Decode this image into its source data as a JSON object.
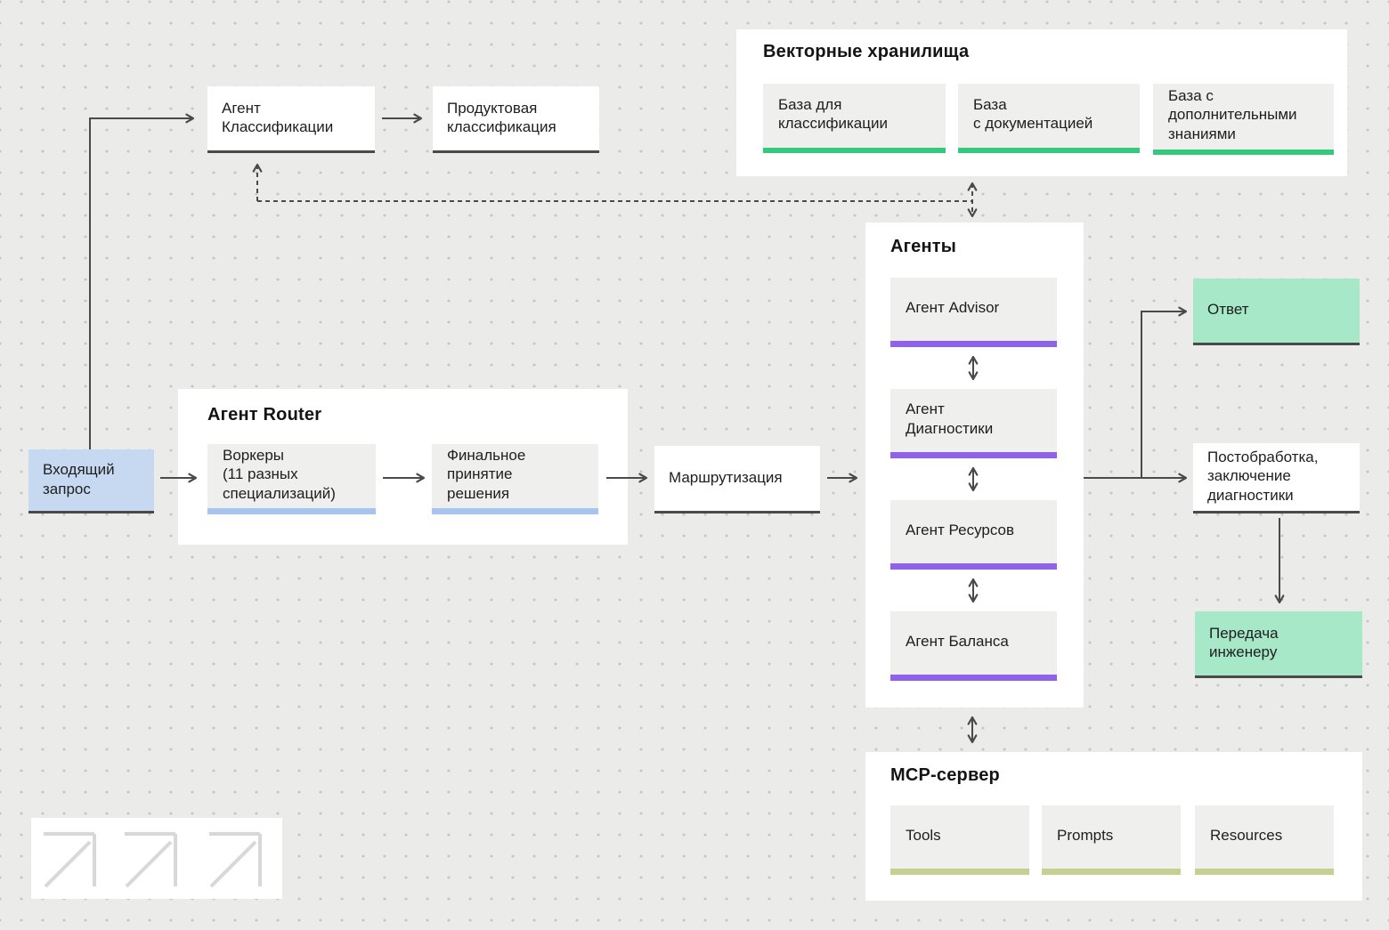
{
  "groups": {
    "vector_stores": {
      "title": "Векторные хранилища",
      "items": [
        {
          "label": "База для\nклассификации"
        },
        {
          "label": "База\nс документацией"
        },
        {
          "label": "База с\nдополнительными\nзнаниями"
        }
      ]
    },
    "router": {
      "title": "Агент Router",
      "items": [
        {
          "label": "Воркеры\n(11 разных\nспециализаций)"
        },
        {
          "label": "Финальное\nпринятие\nрешения"
        }
      ]
    },
    "agents": {
      "title": "Агенты",
      "items": [
        {
          "label": "Агент Advisor"
        },
        {
          "label": "Агент\nДиагностики"
        },
        {
          "label": "Агент Ресурсов"
        },
        {
          "label": "Агент Баланса"
        }
      ]
    },
    "mcp": {
      "title": "MCP-сервер",
      "items": [
        {
          "label": "Tools"
        },
        {
          "label": "Prompts"
        },
        {
          "label": "Resources"
        }
      ]
    }
  },
  "nodes": {
    "incoming_request": {
      "label": "Входящий\nзапрос"
    },
    "classification_agent": {
      "label": "Агент\nКлассификации"
    },
    "product_classification": {
      "label": "Продуктовая\nклассификация"
    },
    "routing": {
      "label": "Маршрутизация"
    },
    "response": {
      "label": "Ответ"
    },
    "postprocessing": {
      "label": "Постобработка,\nзаключение\nдиагностики"
    },
    "handoff_to_engineer": {
      "label": "Передача\nинженеру"
    }
  },
  "colors": {
    "background": "#ebebe9",
    "dot_grid": "#c4c4c2",
    "container": "#ffffff",
    "box_fill": "#efefee",
    "line": "#4a4a4a",
    "green_bar": "#36c97d",
    "blue_bar": "#a6c4ee",
    "purple_bar": "#9061ea",
    "olive_bar": "#c3d092",
    "input_fill": "#c7d9f1",
    "output_fill": "#a6e8c8"
  }
}
